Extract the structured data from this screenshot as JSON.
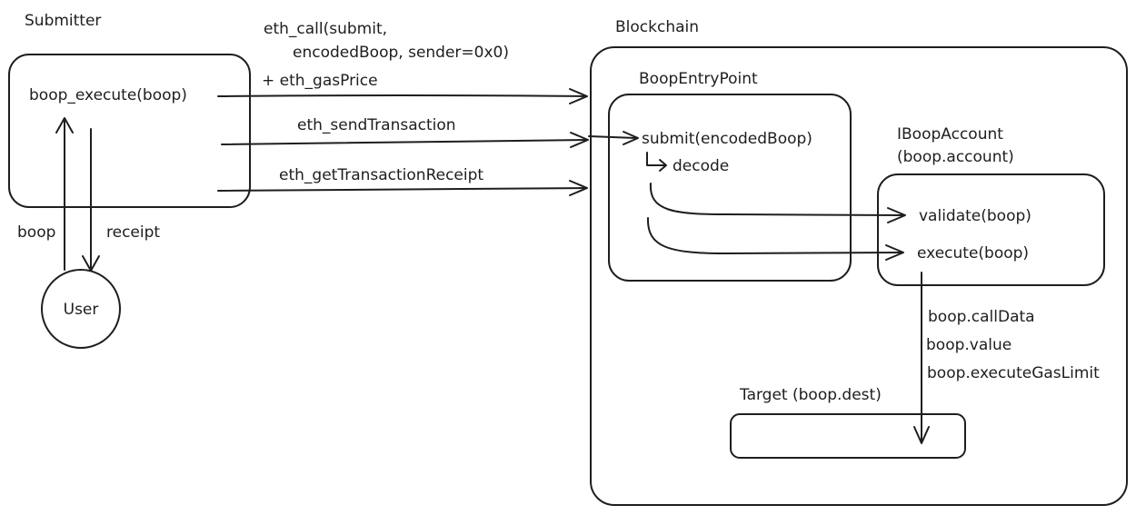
{
  "submitter": {
    "title": "Submitter",
    "method": "boop_execute(boop)"
  },
  "user": {
    "label": "User",
    "boop_label": "boop",
    "receipt_label": "receipt"
  },
  "calls": {
    "eth_call_line1": "eth_call(submit,",
    "eth_call_line2": "encodedBoop, sender=0x0)",
    "gas_price": "+ eth_gasPrice",
    "send_transaction": "eth_sendTransaction",
    "get_receipt": "eth_getTransactionReceipt"
  },
  "blockchain": {
    "title": "Blockchain"
  },
  "entrypoint": {
    "title": "BoopEntryPoint",
    "submit": "submit(encodedBoop)",
    "decode": "decode"
  },
  "account": {
    "title_line1": "IBoopAccount",
    "title_line2": "(boop.account)",
    "validate": "validate(boop)",
    "execute": "execute(boop)"
  },
  "call_params": {
    "call_data": "boop.callData",
    "value": "boop.value",
    "gas_limit": "boop.executeGasLimit"
  },
  "target": {
    "title": "Target (boop.dest)"
  }
}
